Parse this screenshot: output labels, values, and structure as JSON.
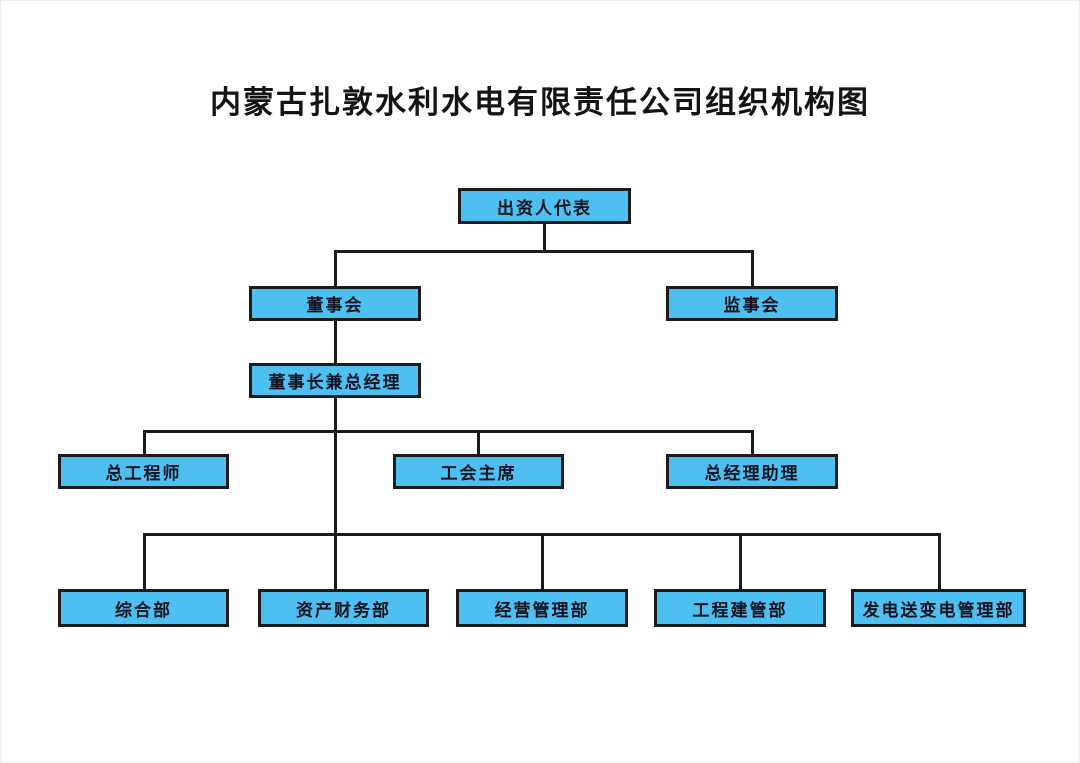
{
  "title": "内蒙古扎敦水利水电有限责任公司组织机构图",
  "org_chart": {
    "type": "org-tree-diagram",
    "nodes": {
      "investor_rep": {
        "label": "出资人代表"
      },
      "board": {
        "label": "董事会"
      },
      "supervisory_board": {
        "label": "监事会"
      },
      "chairman_gm": {
        "label": "董事长兼总经理"
      },
      "chief_engineer": {
        "label": "总工程师"
      },
      "union_chairman": {
        "label": "工会主席"
      },
      "gm_assistant": {
        "label": "总经理助理"
      },
      "general_dept": {
        "label": "综合部"
      },
      "asset_finance_dept": {
        "label": "资产财务部"
      },
      "operation_mgmt_dept": {
        "label": "经营管理部"
      },
      "construction_dept": {
        "label": "工程建管部"
      },
      "power_mgmt_dept": {
        "label": "发电送变电管理部"
      }
    },
    "edges": [
      [
        "investor_rep",
        "board"
      ],
      [
        "investor_rep",
        "supervisory_board"
      ],
      [
        "board",
        "chairman_gm"
      ],
      [
        "chairman_gm",
        "chief_engineer"
      ],
      [
        "chairman_gm",
        "union_chairman"
      ],
      [
        "chairman_gm",
        "gm_assistant"
      ],
      [
        "chairman_gm",
        "general_dept"
      ],
      [
        "chairman_gm",
        "asset_finance_dept"
      ],
      [
        "chairman_gm",
        "operation_mgmt_dept"
      ],
      [
        "chairman_gm",
        "construction_dept"
      ],
      [
        "chairman_gm",
        "power_mgmt_dept"
      ]
    ],
    "colors": {
      "box_fill": "#4dbff0",
      "box_border": "#1b1b1b",
      "connector": "#1b1b1b",
      "text": "#13131f",
      "background": "#ffffff"
    }
  }
}
